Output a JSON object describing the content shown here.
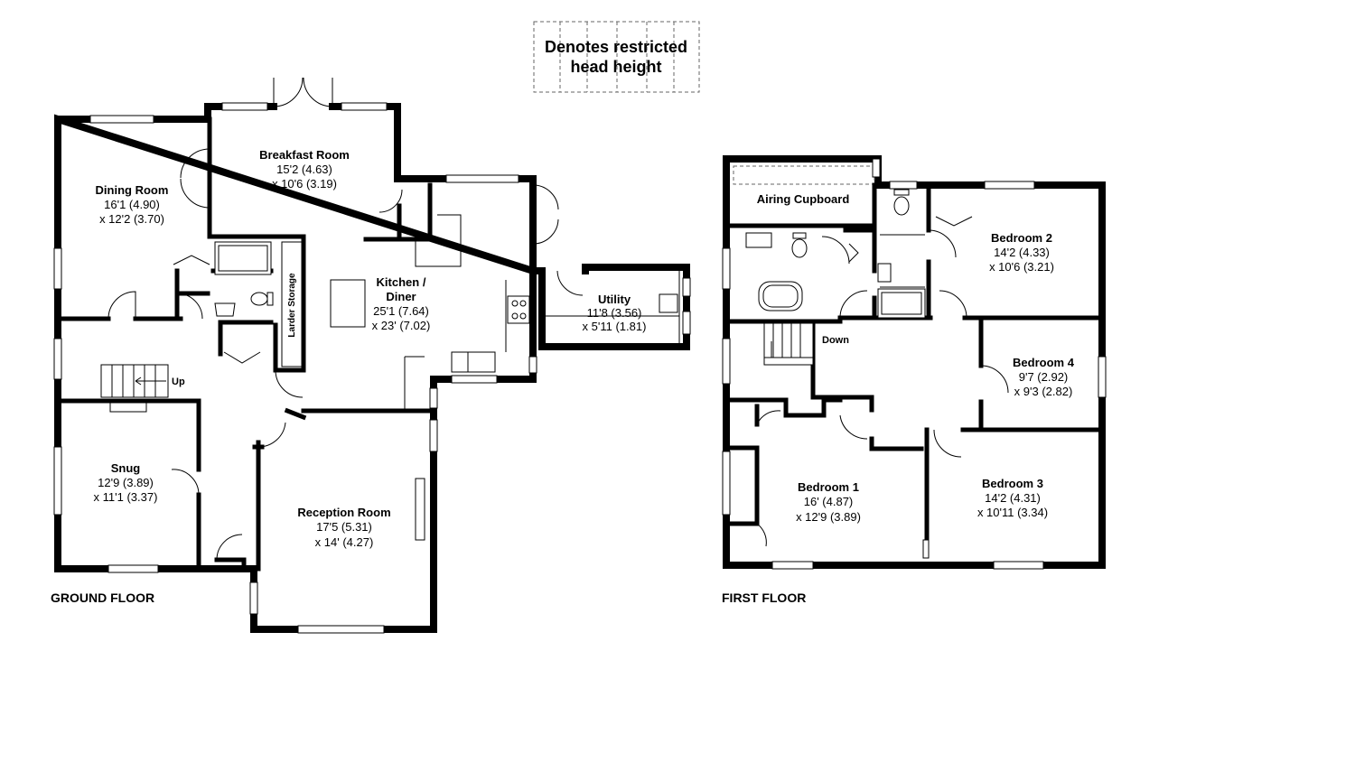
{
  "legend": {
    "line1": "Denotes restricted",
    "line2": "head height"
  },
  "floors": {
    "ground": "GROUND FLOOR",
    "first": "FIRST FLOOR"
  },
  "rooms": {
    "dining": {
      "name": "Dining Room",
      "dim1": "16'1 (4.90)",
      "dim2": "x 12'2 (3.70)"
    },
    "breakfast": {
      "name": "Breakfast Room",
      "dim1": "15'2 (4.63)",
      "dim2": "x 10'6 (3.19)"
    },
    "kitchen": {
      "name1": "Kitchen /",
      "name2": "Diner",
      "dim1": "25'1 (7.64)",
      "dim2": "x 23' (7.02)"
    },
    "utility": {
      "name": "Utility",
      "dim1": "11'8 (3.56)",
      "dim2": "x 5'11 (1.81)"
    },
    "snug": {
      "name": "Snug",
      "dim1": "12'9 (3.89)",
      "dim2": "x 11'1 (3.37)"
    },
    "reception": {
      "name": "Reception Room",
      "dim1": "17'5 (5.31)",
      "dim2": "x 14' (4.27)"
    },
    "larder": {
      "name": "Larder Storage"
    },
    "airing": {
      "name": "Airing Cupboard"
    },
    "bedroom1": {
      "name": "Bedroom 1",
      "dim1": "16' (4.87)",
      "dim2": "x 12'9 (3.89)"
    },
    "bedroom2": {
      "name": "Bedroom 2",
      "dim1": "14'2 (4.33)",
      "dim2": "x 10'6 (3.21)"
    },
    "bedroom3": {
      "name": "Bedroom 3",
      "dim1": "14'2 (4.31)",
      "dim2": "x 10'11 (3.34)"
    },
    "bedroom4": {
      "name": "Bedroom 4",
      "dim1": "9'7 (2.92)",
      "dim2": "x 9'3 (2.82)"
    }
  },
  "stairs": {
    "up": "Up",
    "down": "Down"
  }
}
